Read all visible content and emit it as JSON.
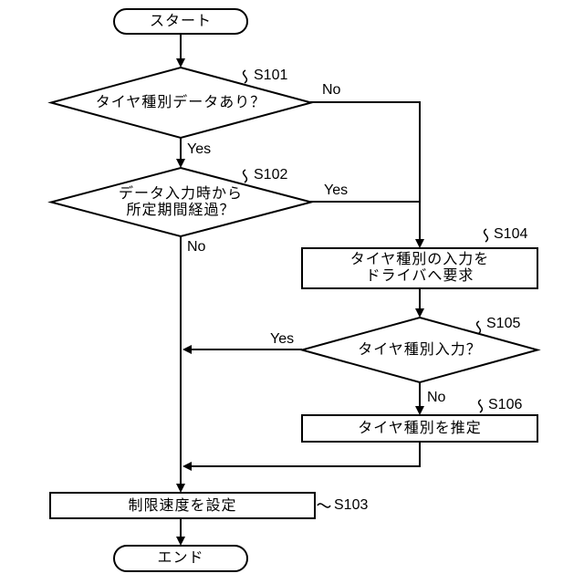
{
  "flowchart": {
    "nodes": {
      "start": {
        "label": "スタート"
      },
      "s101": {
        "label": "タイヤ種別データあり？",
        "step": "S101"
      },
      "s102": {
        "label_line1": "データ入力時から",
        "label_line2": "所定期間経過？",
        "step": "S102"
      },
      "s104": {
        "label_line1": "タイヤ種別の入力を",
        "label_line2": "ドライバへ要求",
        "step": "S104"
      },
      "s105": {
        "label": "タイヤ種別入力？",
        "step": "S105"
      },
      "s106": {
        "label": "タイヤ種別を推定",
        "step": "S106"
      },
      "s103": {
        "label": "制限速度を設定",
        "step": "S103"
      },
      "end": {
        "label": "エンド"
      }
    },
    "edges": {
      "s101_no": "No",
      "s101_yes": "Yes",
      "s102_yes": "Yes",
      "s102_no": "No",
      "s105_yes": "Yes",
      "s105_no": "No"
    }
  }
}
